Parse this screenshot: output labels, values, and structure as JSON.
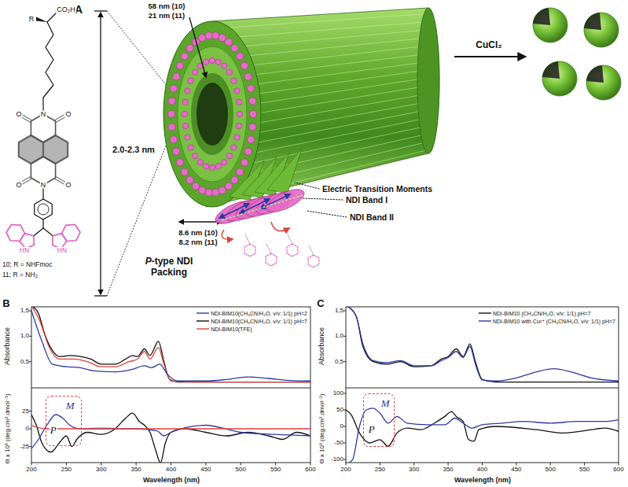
{
  "diagram": {
    "nodes": [
      {
        "text": [
          "M",
          "P"
        ]
      },
      {
        "text": [
          "M",
          "P"
        ]
      }
    ],
    "labels": [
      "A",
      "R",
      "CO₂H",
      "O",
      "N",
      "O",
      "O",
      "N",
      "O",
      "HN",
      "HN",
      "10; R = NHFmoc",
      "11; R = NH₂",
      "2.0-2.3 nm",
      "58 nm (10)",
      "21 nm (11)",
      "8.6 nm (10)",
      "8.2 nm (11)",
      "CuCl₂",
      "Electric Transition Moments",
      "NDI Band I",
      "NDI Band II",
      "P-type NDI Packing",
      "B",
      "Absorbance",
      "1,5",
      "1,0",
      "0,5",
      "Θ x 10³ (deg.cm².dmol⁻¹)",
      "25",
      "0",
      "-25",
      "200",
      "250",
      "300",
      "350",
      "400",
      "450",
      "500",
      "550",
      "600",
      "Wavelength (nm)",
      "C",
      "Absorbance",
      "1,5",
      "1,0",
      "0,5",
      "Θ x 10³ (deg.cm².dmol⁻¹)",
      "100",
      "50",
      "0",
      "-50",
      "-100",
      "200",
      "250",
      "300",
      "350",
      "400",
      "450",
      "500",
      "550",
      "600",
      "Wavelength (nm)"
    ],
    "legend": [
      {
        "text": "NDI-BIM10(CH₃CN/H₂O, v/v: 1/1) pH=2"
      },
      {
        "text": "NDI-BIM10(CH₃CN/H₂O, v/v: 1/1) pH=7"
      },
      {
        "text": "NDI-BIM10(TFE)"
      },
      {
        "text": "NDI-BIM10 (CH₃CN/H₂O, v/v: 1/1) pH=7"
      },
      {
        "text": "NDI-BIM10 with Cu²⁺ (CH₃CN/H₂O, v/v: 1/1) pH=7"
      }
    ]
  }
}
